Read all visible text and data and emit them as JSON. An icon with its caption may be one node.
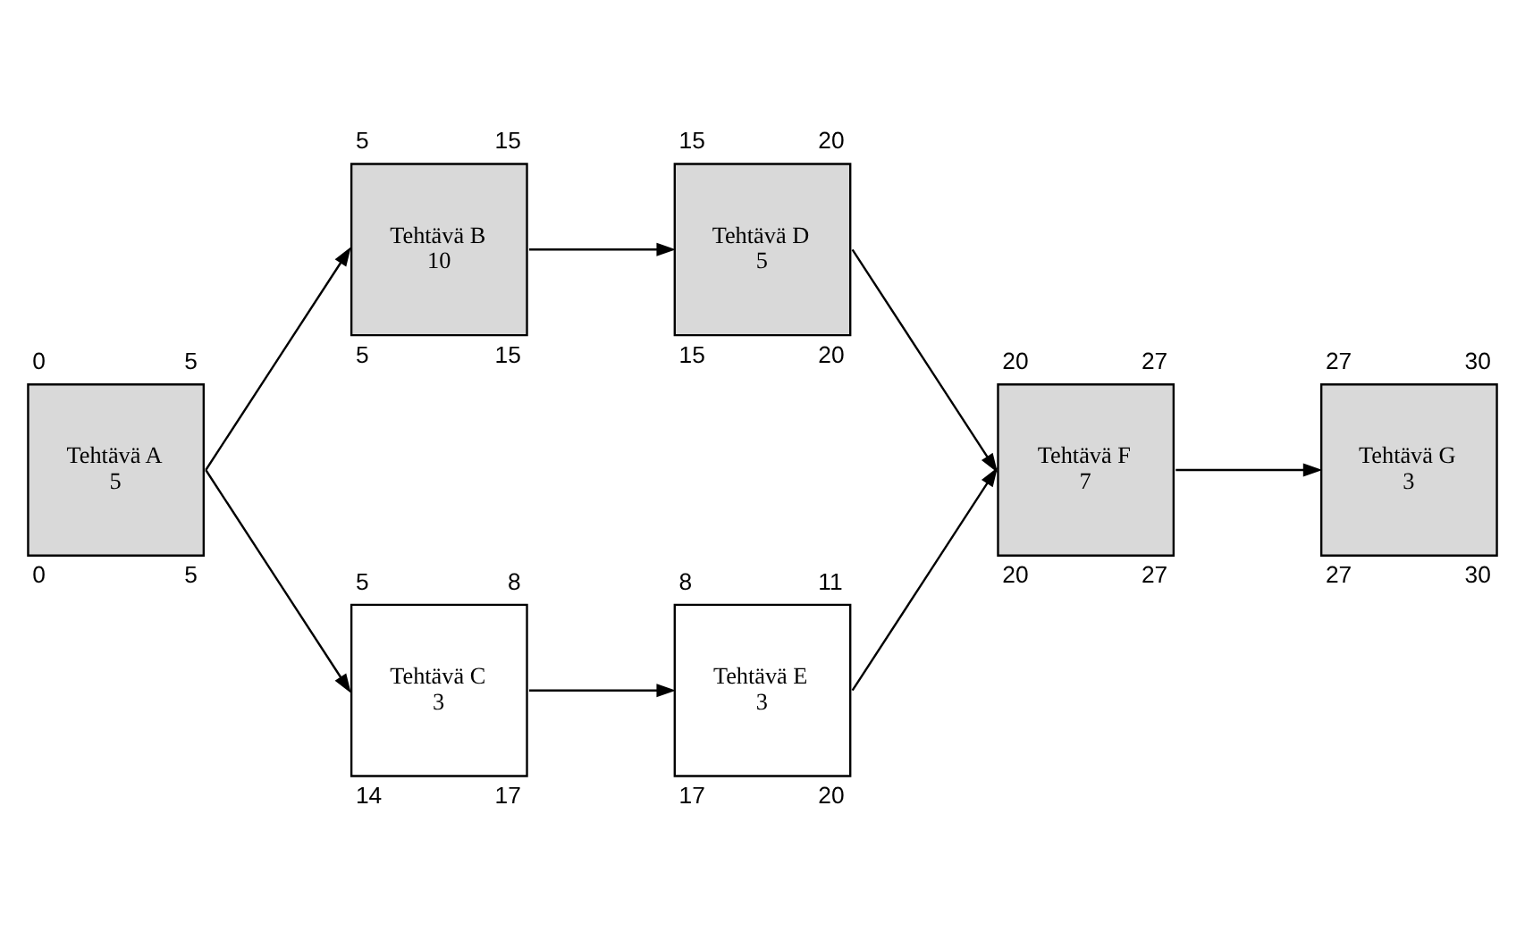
{
  "diagram": {
    "nodes": [
      {
        "text": [
          "Tehtävä A",
          "5"
        ],
        "beside": [
          "0",
          "5",
          "0",
          "5"
        ]
      },
      {
        "text": [
          "Tehtävä B",
          "10"
        ],
        "beside": [
          "5",
          "15",
          "5",
          "15"
        ]
      },
      {
        "text": [
          "Tehtävä C",
          "3"
        ],
        "beside": [
          "5",
          "8",
          "14",
          "17"
        ]
      },
      {
        "text": [
          "Tehtävä D",
          "5"
        ],
        "beside": [
          "15",
          "20",
          "15",
          "20"
        ]
      },
      {
        "text": [
          "Tehtävä E",
          "3"
        ],
        "beside": [
          "8",
          "11",
          "17",
          "20"
        ]
      },
      {
        "text": [
          "Tehtävä F",
          "7"
        ],
        "beside": [
          "20",
          "27",
          "20",
          "27"
        ]
      },
      {
        "text": [
          "Tehtävä G",
          "3"
        ],
        "beside": [
          "27",
          "30",
          "27",
          "30"
        ]
      }
    ],
    "edges": [
      {
        "from": 0,
        "to": 1,
        "arrow": "to"
      },
      {
        "from": 0,
        "to": 2,
        "arrow": "to"
      },
      {
        "from": 1,
        "to": 3,
        "arrow": "to"
      },
      {
        "from": 2,
        "to": 4,
        "arrow": "to"
      },
      {
        "from": 3,
        "to": 5,
        "arrow": "to"
      },
      {
        "from": 4,
        "to": 5,
        "arrow": "to"
      },
      {
        "from": 5,
        "to": 6,
        "arrow": "to"
      }
    ]
  }
}
